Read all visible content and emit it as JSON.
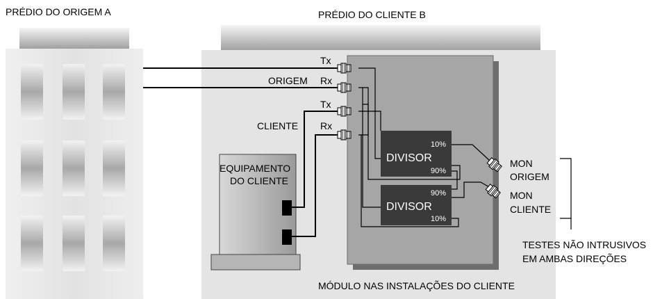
{
  "building_a": {
    "title": "PRÉDIO DO ORIGEM A"
  },
  "building_b": {
    "title": "PRÉDIO DO CLIENTE B"
  },
  "ports": {
    "tx_origem": "Tx",
    "origem": "ORIGEM",
    "rx_origem": "Rx",
    "tx_cliente": "Tx",
    "cliente": "CLIENTE",
    "rx_cliente": "Rx"
  },
  "equipment": {
    "line1": "EQUIPAMENTO",
    "line2": "DO CLIENTE"
  },
  "splitters": [
    {
      "name": "DIVISOR",
      "top_pct": "10%",
      "bottom_pct": "90%"
    },
    {
      "name": "DIVISOR",
      "top_pct": "90%",
      "bottom_pct": "10%"
    }
  ],
  "monitors": {
    "origem_line1": "MON",
    "origem_line2": "ORIGEM",
    "cliente_line1": "MON",
    "cliente_line2": "CLIENTE"
  },
  "tests": {
    "line1": "TESTES NÃO INTRUSIVOS",
    "line2": "EM AMBAS DIREÇÕES"
  },
  "module": {
    "caption": "MÓDULO NAS INSTALAÇÕES DO CLIENTE"
  },
  "colors": {
    "module_fill": "#a6a6a6",
    "splitter_fill": "#3a3a3a",
    "building_fill": "#e6e6e6"
  }
}
